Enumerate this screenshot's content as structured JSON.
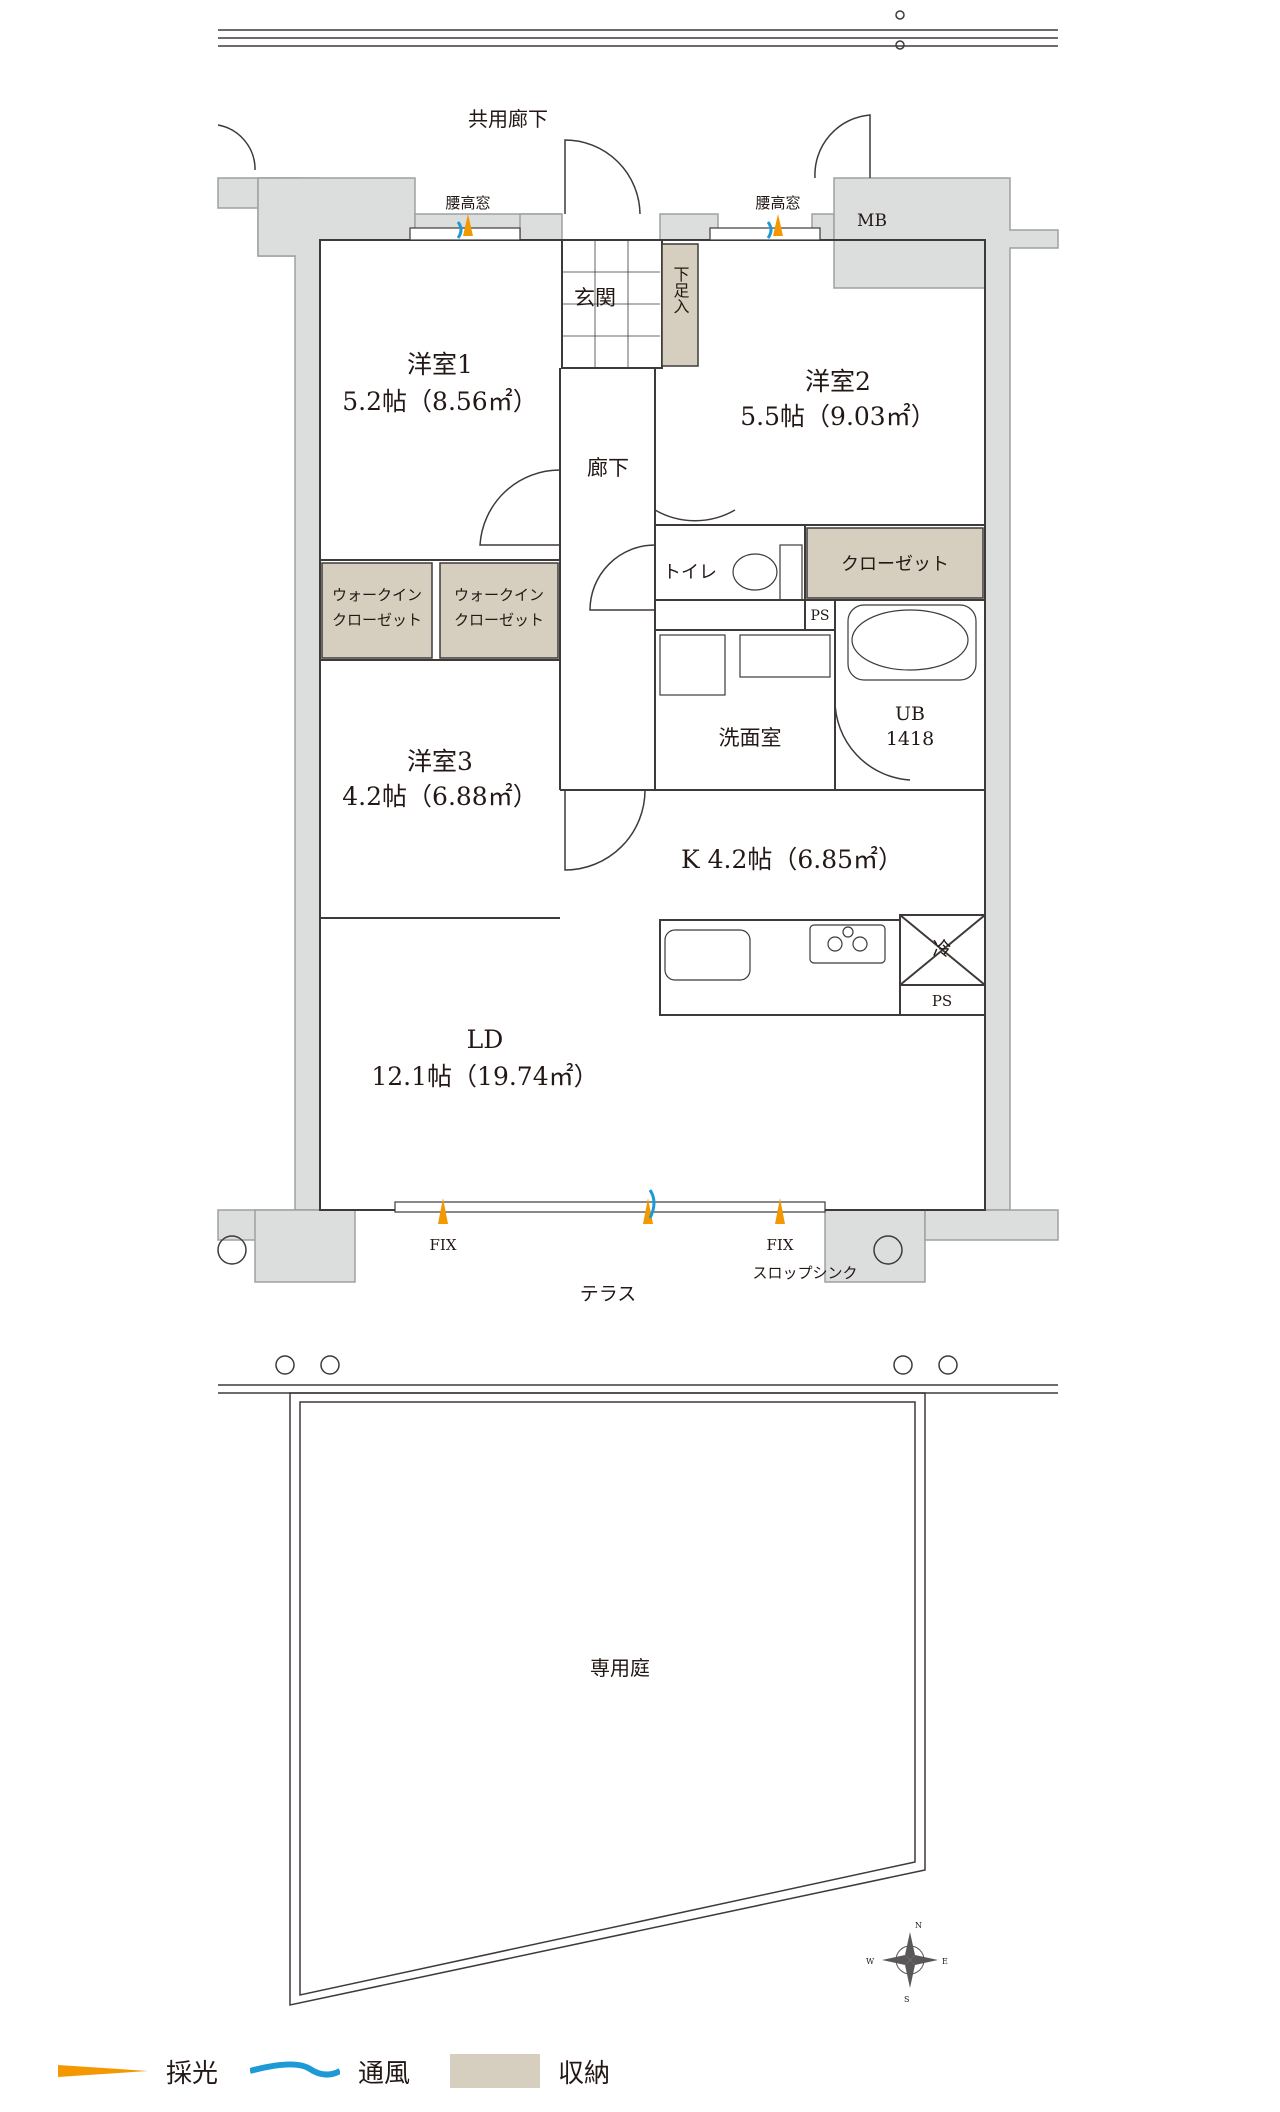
{
  "plan": {
    "corridor": "共用廊下",
    "windows": {
      "left": "腰高窓",
      "right": "腰高窓"
    },
    "mb": "MB",
    "entrance": "玄関",
    "shoe_storage": "下足入",
    "hallway": "廊下",
    "room1": {
      "name": "洋室1",
      "size": "5.2帖（8.56㎡）"
    },
    "room2": {
      "name": "洋室2",
      "size": "5.5帖（9.03㎡）"
    },
    "room3": {
      "name": "洋室3",
      "size": "4.2帖（6.88㎡）"
    },
    "wic1": {
      "line1": "ウォークイン",
      "line2": "クローゼット"
    },
    "wic2": {
      "line1": "ウォークイン",
      "line2": "クローゼット"
    },
    "closet": "クローゼット",
    "toilet": "トイレ",
    "ps_top": "PS",
    "washroom": "洗面室",
    "ub": {
      "line1": "UB",
      "line2": "1418"
    },
    "kitchen": "K 4.2帖（6.85㎡）",
    "fridge": "冷",
    "ps_kitchen": "PS",
    "ld": {
      "name": "LD",
      "size": "12.1帖（19.74㎡）"
    },
    "fix_left": "FIX",
    "fix_right": "FIX",
    "terrace": "テラス",
    "slop_sink": "スロップシンク",
    "garden": "専用庭",
    "compass": {
      "n": "N",
      "s": "S",
      "e": "E",
      "w": "W"
    }
  },
  "legend": {
    "light": "採光",
    "wind": "通風",
    "storage": "収納"
  },
  "colors": {
    "wall": "#dcdddd",
    "wall_stroke": "#9fa0a0",
    "storage": "#d6cfbf",
    "light": "#f39800",
    "wind": "#1d9ad6",
    "line": "#3e3a39"
  }
}
